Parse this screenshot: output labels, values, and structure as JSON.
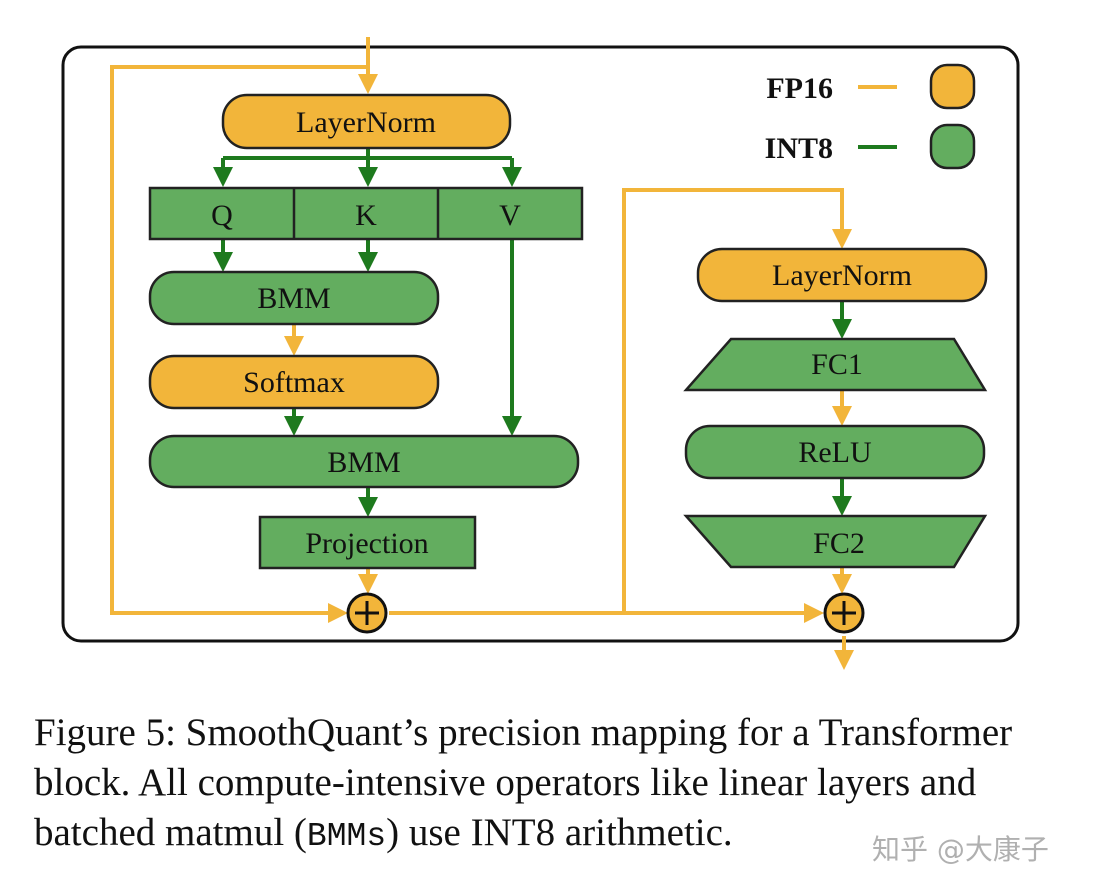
{
  "colors": {
    "fp16": "#F2B53A",
    "fp16_edge": "#D9A02B",
    "int8": "#63AD5F",
    "int8_edge": "#222222",
    "fp16_arrow": "#F2B53A",
    "int8_arrow": "#1E7A1E"
  },
  "legend": {
    "fp16_label": "FP16",
    "int8_label": "INT8"
  },
  "attention": {
    "layernorm": "LayerNorm",
    "q": "Q",
    "k": "K",
    "v": "V",
    "bmm1": "BMM",
    "softmax": "Softmax",
    "bmm2": "BMM",
    "projection": "Projection"
  },
  "ffn": {
    "layernorm": "LayerNorm",
    "fc1": "FC1",
    "relu": "ReLU",
    "fc2": "FC2"
  },
  "adders": {
    "symbol": "+"
  },
  "caption": {
    "part1": "Figure 5: SmoothQuant’s precision mapping for a Transformer block. All compute-intensive operators like linear layers and batched matmul (",
    "code": "BMMs",
    "part2": ") use INT8 arithmetic."
  },
  "watermark": "知乎 @大康子"
}
